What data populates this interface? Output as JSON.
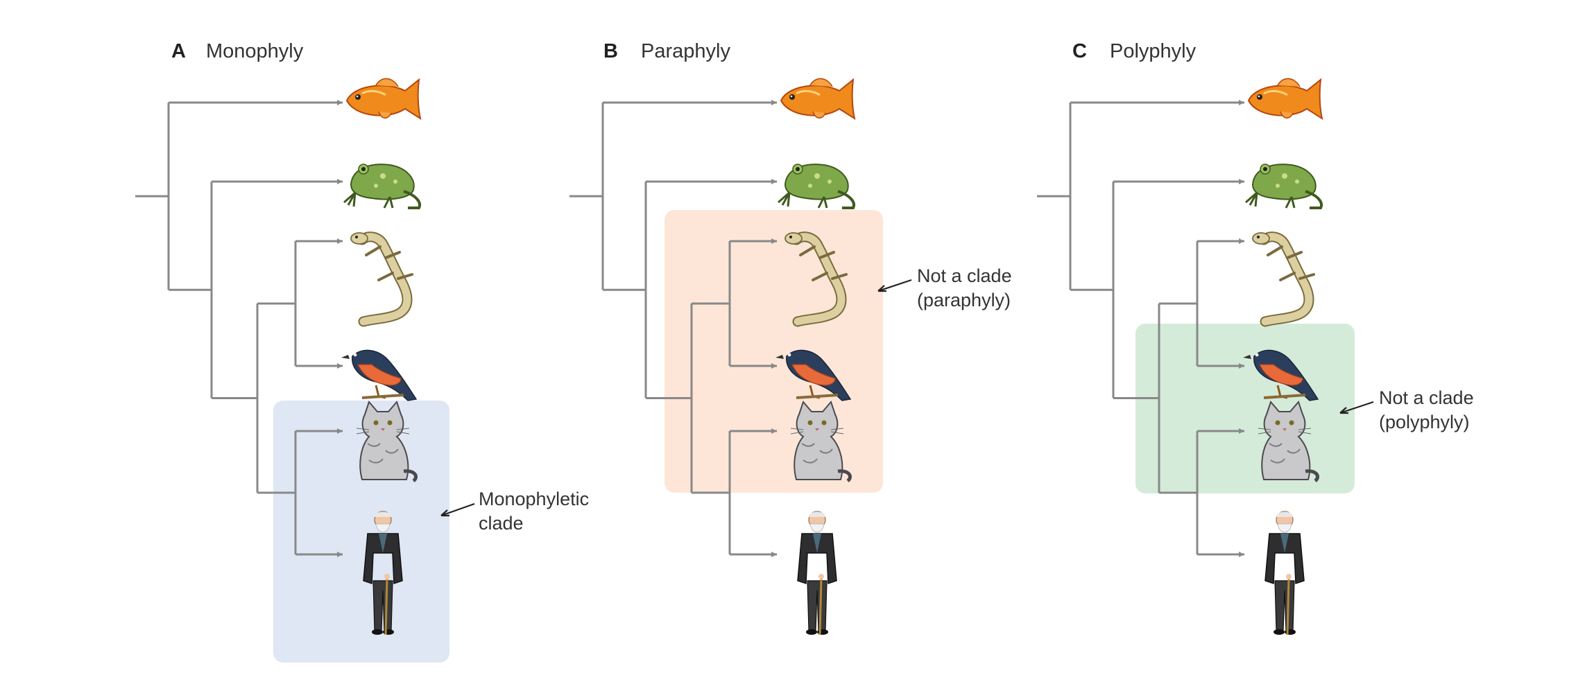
{
  "colors": {
    "branch": "#888888",
    "monophyly_box": "#dfe6f4",
    "paraphyly_box": "#fde6d8",
    "polyphyly_box": "#d4ebd9",
    "text": "#333333"
  },
  "taxa": [
    {
      "name": "goldfish",
      "icon": "fish-icon"
    },
    {
      "name": "frog",
      "icon": "frog-icon"
    },
    {
      "name": "lizard",
      "icon": "lizard-icon"
    },
    {
      "name": "bird",
      "icon": "bird-icon"
    },
    {
      "name": "cat",
      "icon": "cat-icon"
    },
    {
      "name": "human",
      "icon": "human-icon"
    }
  ],
  "panels": [
    {
      "letter": "A",
      "title": "Monophyly",
      "highlighted_taxa": [
        "cat",
        "human"
      ],
      "annotation": {
        "line1": "Monophyletic",
        "line2": "clade"
      }
    },
    {
      "letter": "B",
      "title": "Paraphyly",
      "highlighted_taxa": [
        "lizard",
        "bird",
        "cat"
      ],
      "annotation": {
        "line1": "Not a clade",
        "line2": "(paraphyly)"
      }
    },
    {
      "letter": "C",
      "title": "Polyphyly",
      "highlighted_taxa": [
        "bird",
        "cat"
      ],
      "annotation": {
        "line1": "Not a clade",
        "line2": "(polyphyly)"
      }
    }
  ]
}
